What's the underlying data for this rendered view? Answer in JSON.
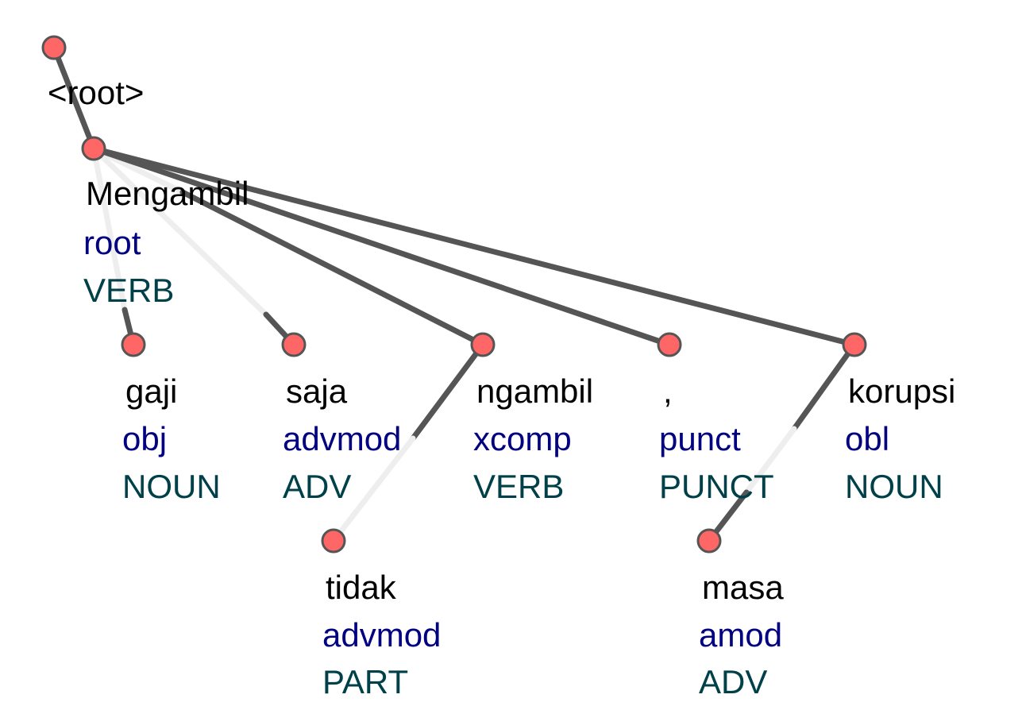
{
  "tree": {
    "root_label": "<root>",
    "nodes": [
      {
        "id": "n1",
        "word": "Mengambil",
        "deprel": "root",
        "upos": "VERB",
        "head": "root"
      },
      {
        "id": "n2",
        "word": "gaji",
        "deprel": "obj",
        "upos": "NOUN",
        "head": "n1"
      },
      {
        "id": "n3",
        "word": "saja",
        "deprel": "advmod",
        "upos": "ADV",
        "head": "n1"
      },
      {
        "id": "n4",
        "word": "ngambil",
        "deprel": "xcomp",
        "upos": "VERB",
        "head": "n1"
      },
      {
        "id": "n5",
        "word": ",",
        "deprel": "punct",
        "upos": "PUNCT",
        "head": "n1"
      },
      {
        "id": "n6",
        "word": "korupsi",
        "deprel": "obl",
        "upos": "NOUN",
        "head": "n1"
      },
      {
        "id": "n7",
        "word": "tidak",
        "deprel": "advmod",
        "upos": "PART",
        "head": "n4"
      },
      {
        "id": "n8",
        "word": "masa",
        "deprel": "amod",
        "upos": "ADV",
        "head": "n6"
      }
    ]
  },
  "colors": {
    "node_fill": "#ff6666",
    "edge_dark": "#555555",
    "edge_light": "#eeeeee",
    "word_text": "#000000",
    "deprel_text": "#000080",
    "upos_text": "#004048"
  }
}
